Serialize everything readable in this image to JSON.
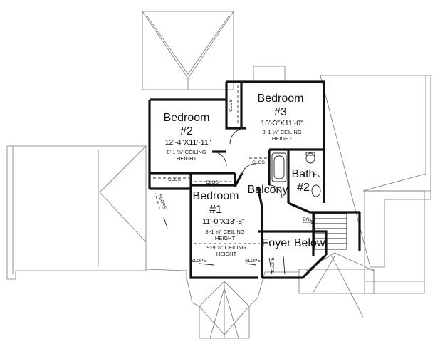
{
  "plan": {
    "bedroom2": {
      "title": "Bedroom",
      "number": "#2",
      "dims": "12'-4\"X11'-11\"",
      "ceiling": "8'-1 ⅛\" CEILING",
      "height": "HEIGHT"
    },
    "bedroom3": {
      "title": "Bedroom",
      "number": "#3",
      "dims": "13'-3\"X11'-0\"",
      "ceiling": "8'-1 ⅛\" CEILING",
      "height": "HEIGHT"
    },
    "bedroom1": {
      "title": "Bedroom",
      "number": "#1",
      "dims": "11'-0\"X13'-8\"",
      "ceiling": "8'-1 ⅛\" CEILING",
      "height": "HEIGHT",
      "ceiling2": "9'-9 ⅞\" CEILING",
      "height2": "HEIGHT"
    },
    "bath2": {
      "title": "Bath",
      "number": "#2"
    },
    "balcony": "Balcony",
    "foyer": "Foyer Below",
    "closet": "CLOS",
    "slope": "SLOPE",
    "stair_dn": "DN"
  }
}
